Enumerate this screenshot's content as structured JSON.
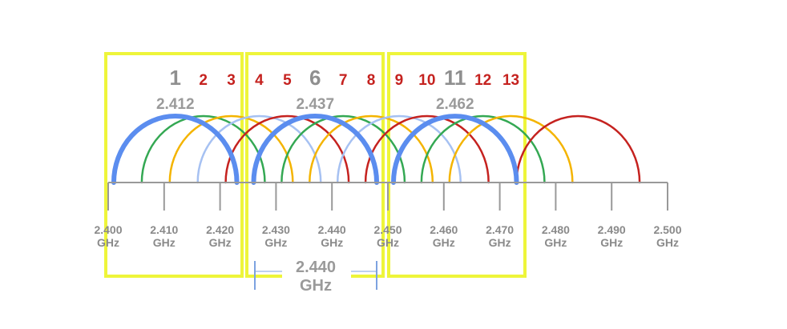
{
  "chart_data": {
    "type": "diagram",
    "axis": {
      "unit": "GHz",
      "ticks": [
        "2.400",
        "2.410",
        "2.420",
        "2.430",
        "2.440",
        "2.450",
        "2.460",
        "2.470",
        "2.480",
        "2.490",
        "2.500"
      ],
      "range": [
        2.4,
        2.5
      ]
    },
    "channels": [
      {
        "number": "1",
        "center": 2.412,
        "color": "#5b8def",
        "highlight": true
      },
      {
        "number": "2",
        "center": 2.417,
        "color": "#34a853",
        "highlight": false
      },
      {
        "number": "3",
        "center": 2.422,
        "color": "#f4b400",
        "highlight": false
      },
      {
        "number": "4",
        "center": 2.427,
        "color": "#a6c1f2",
        "highlight": false
      },
      {
        "number": "5",
        "center": 2.432,
        "color": "#c5221f",
        "highlight": false
      },
      {
        "number": "6",
        "center": 2.437,
        "color": "#5b8def",
        "highlight": true
      },
      {
        "number": "7",
        "center": 2.442,
        "color": "#34a853",
        "highlight": false
      },
      {
        "number": "8",
        "center": 2.447,
        "color": "#f4b400",
        "highlight": false
      },
      {
        "number": "9",
        "center": 2.452,
        "color": "#a6c1f2",
        "highlight": false
      },
      {
        "number": "10",
        "center": 2.457,
        "color": "#c5221f",
        "highlight": false
      },
      {
        "number": "11",
        "center": 2.462,
        "color": "#5b8def",
        "highlight": true
      },
      {
        "number": "12",
        "center": 2.467,
        "color": "#34a853",
        "highlight": false
      },
      {
        "number": "13",
        "center": 2.472,
        "color": "#f4b400",
        "highlight": false
      },
      {
        "number": "",
        "center": 2.484,
        "color": "#c5221f",
        "highlight": false
      }
    ],
    "center_labels": [
      {
        "text": "2.412",
        "channel": "1"
      },
      {
        "text": "2.437",
        "channel": "6"
      },
      {
        "text": "2.462",
        "channel": "11"
      }
    ],
    "span_label": {
      "value": "2.440",
      "unit": "GHz"
    },
    "highlight_boxes": 3,
    "colors": {
      "box": "#eef53a",
      "axis": "#999999",
      "highlight_num": "#8f8f8f",
      "other_num": "#c5221f",
      "span_bracket": "#7da2e0"
    }
  }
}
